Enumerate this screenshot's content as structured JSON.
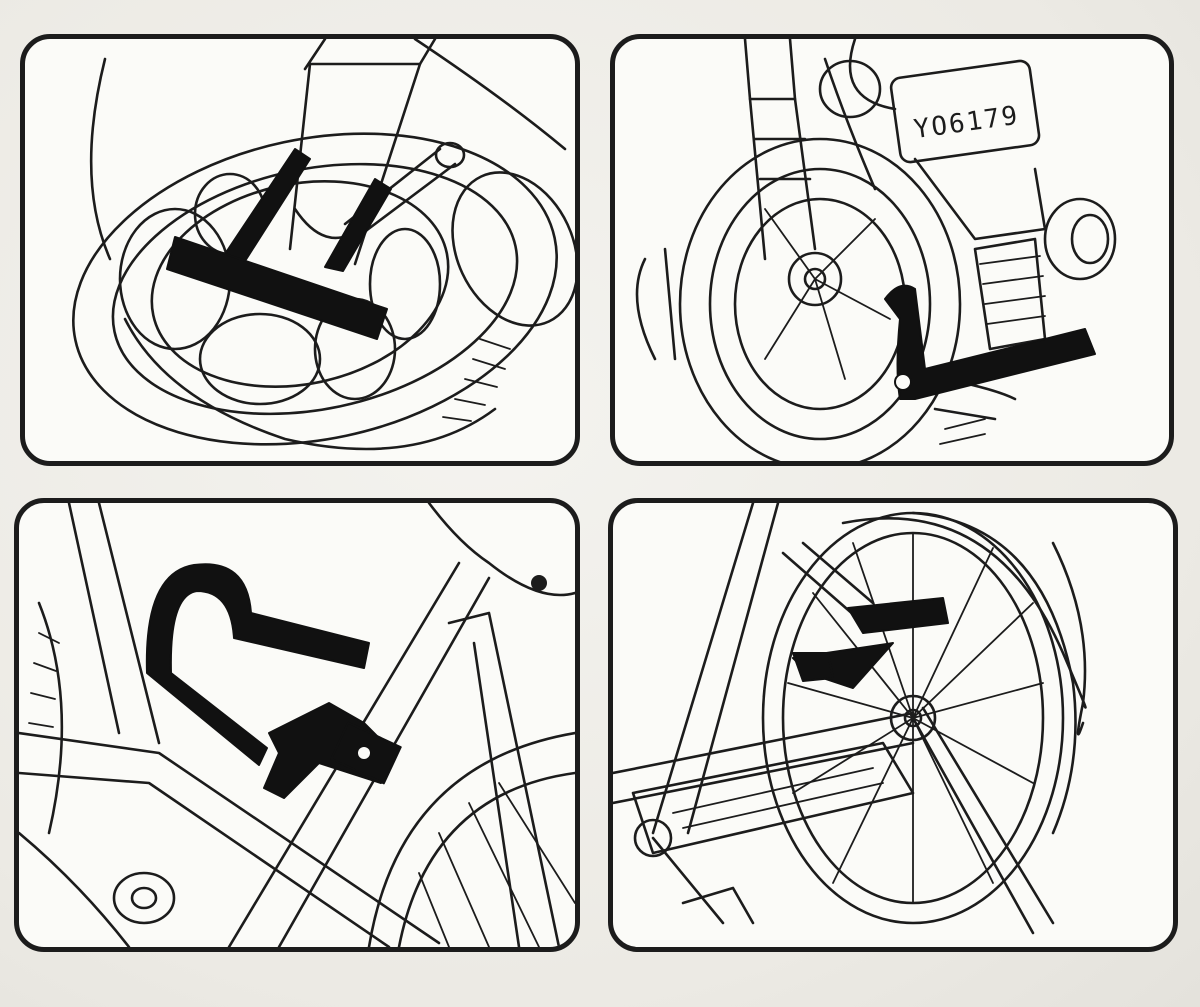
{
  "panels": [
    {
      "id": "front-wheel-disc-lock",
      "lock": "u-lock"
    },
    {
      "id": "front-fork-lock",
      "lock": "bracket-lock"
    },
    {
      "id": "frame-mounted-lock",
      "lock": "u-lock"
    },
    {
      "id": "rear-wheel-lock",
      "lock": "bracket-lock"
    }
  ],
  "plate": {
    "text": "YO6179"
  },
  "colors": {
    "ink": "#1c1c1c",
    "lock": "#111111",
    "paper": "#fbfbf8"
  }
}
